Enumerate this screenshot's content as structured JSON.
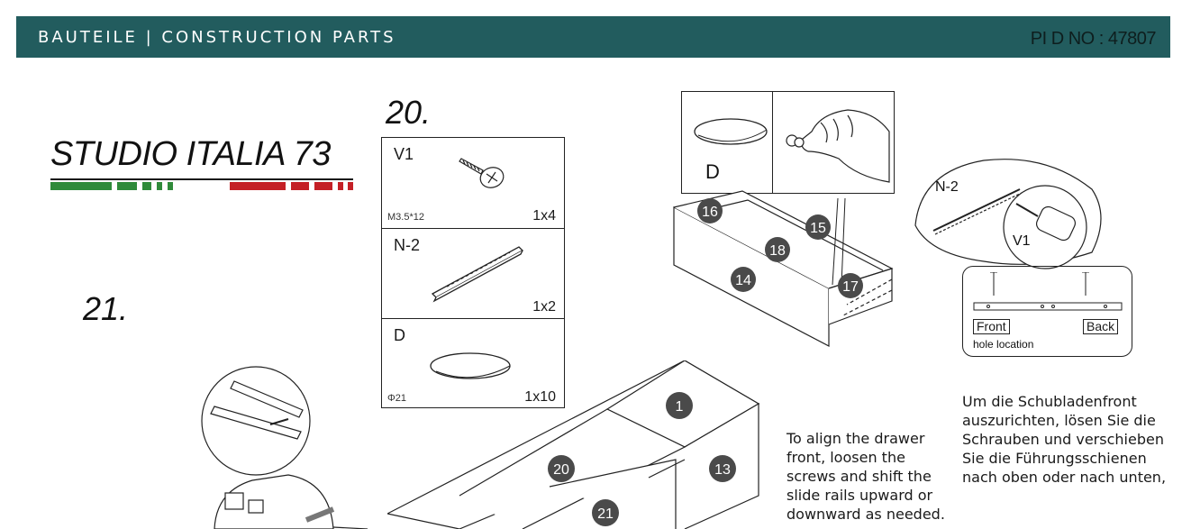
{
  "header": {
    "title": "BAUTEILE | CONSTRUCTION PARTS",
    "pid_label": "PI D NO : ",
    "pid_value": "47807"
  },
  "logo": {
    "text": "STUDIO ITALIA 73"
  },
  "steps": {
    "step20": "20.",
    "step21": "21."
  },
  "parts": [
    {
      "code": "V1",
      "spec": "M3.5*12",
      "qty": "1x4",
      "icon": "screw-icon"
    },
    {
      "code": "N-2",
      "spec": "",
      "qty": "1x2",
      "icon": "slide-rail-icon"
    },
    {
      "code": "D",
      "spec": "Φ21",
      "qty": "1x10",
      "icon": "cover-cap-icon"
    }
  ],
  "detail_box": {
    "label": "D"
  },
  "callout": {
    "rail_label": "N-2",
    "screw_label": "V1",
    "front_label": "Front",
    "back_label": "Back",
    "hole_location": "hole location"
  },
  "drawer_badges": [
    "16",
    "15",
    "18",
    "14",
    "17"
  ],
  "cabinet_badges": [
    "1",
    "20",
    "13",
    "21"
  ],
  "instructions": {
    "english": "To align the drawer front, loosen the screws and shift the slide rails upward or downward as needed.",
    "german": "Um die Schubladenfront auszurichten, lösen Sie die Schrauben und verschieben Sie die Führungsschienen nach oben oder nach unten,"
  },
  "colors": {
    "header_bg": "#225c5e",
    "stripe_green": "#2f8a3a",
    "stripe_red": "#c42026",
    "badge": "#4a4a4a"
  }
}
